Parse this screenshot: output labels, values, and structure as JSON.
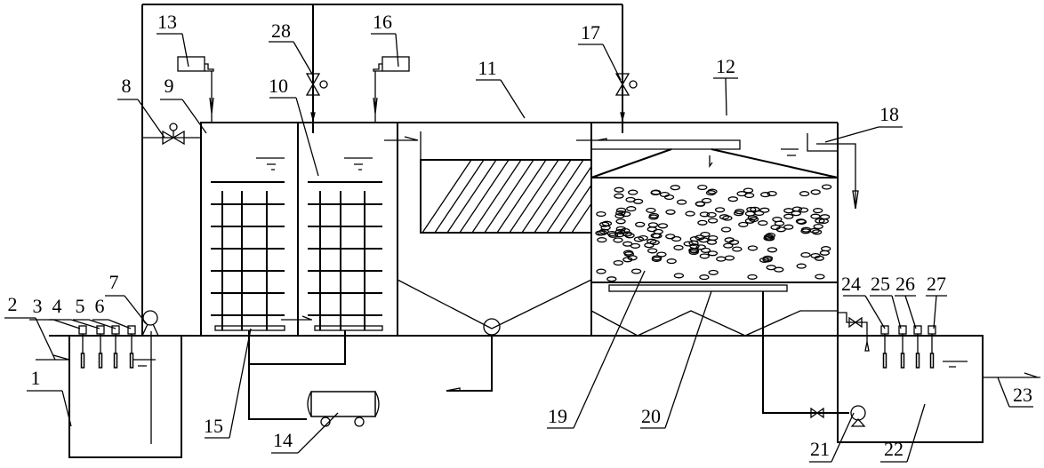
{
  "diagram": {
    "labels": [
      "1",
      "2",
      "3",
      "4",
      "5",
      "6",
      "7",
      "8",
      "9",
      "10",
      "11",
      "12",
      "13",
      "14",
      "15",
      "16",
      "17",
      "18",
      "19",
      "20",
      "21",
      "22",
      "23",
      "24",
      "25",
      "26",
      "27",
      "28"
    ],
    "line_color": "#000000",
    "background": "#ffffff"
  }
}
